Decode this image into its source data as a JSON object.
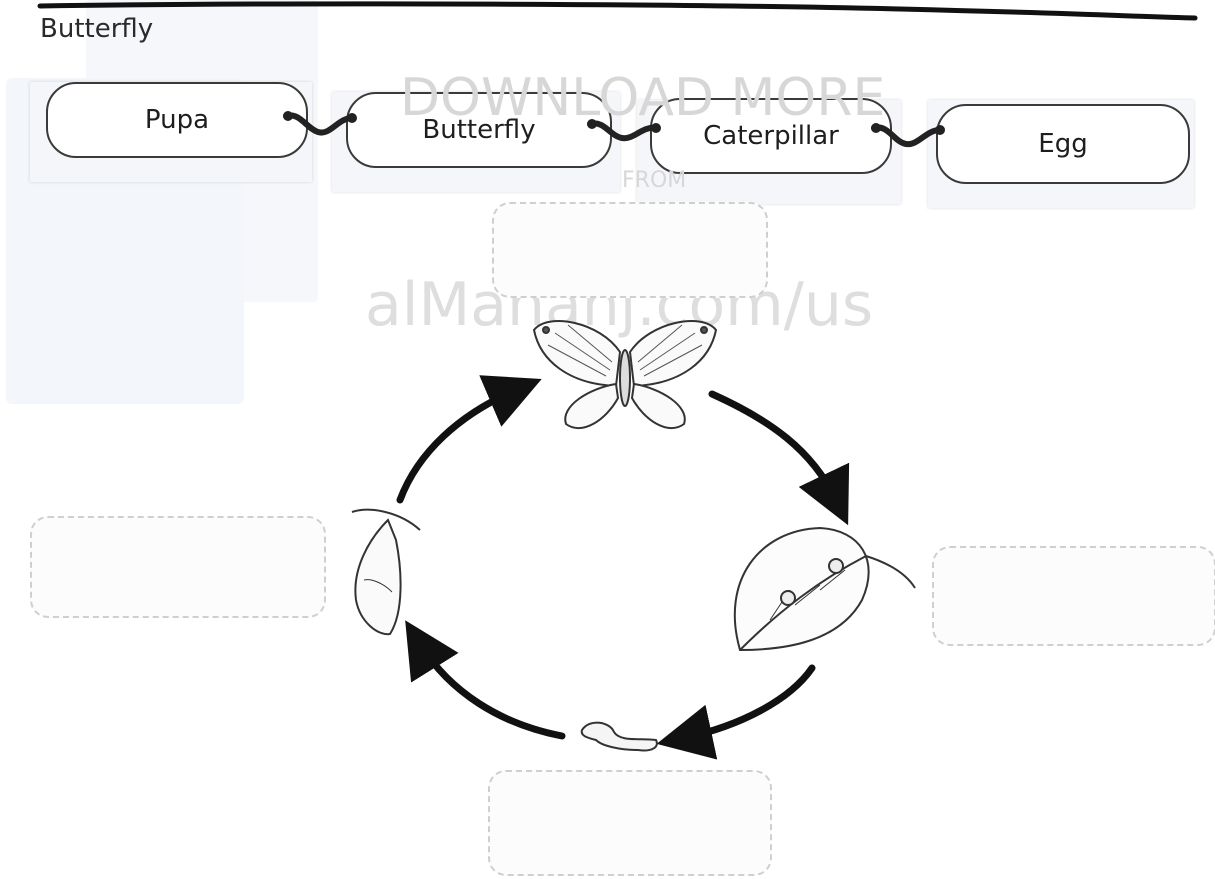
{
  "title": "Butterfly",
  "word_bank": [
    "Pupa",
    "Butterfly",
    "Caterpillar",
    "Egg"
  ],
  "watermark": {
    "line1": "DOWNLOAD MORE",
    "line2": "FROM",
    "line3": "alManahj.com/us"
  },
  "diagram": {
    "stages": [
      "butterfly",
      "egg-on-leaf",
      "caterpillar",
      "pupa"
    ],
    "answer_boxes": 4
  }
}
